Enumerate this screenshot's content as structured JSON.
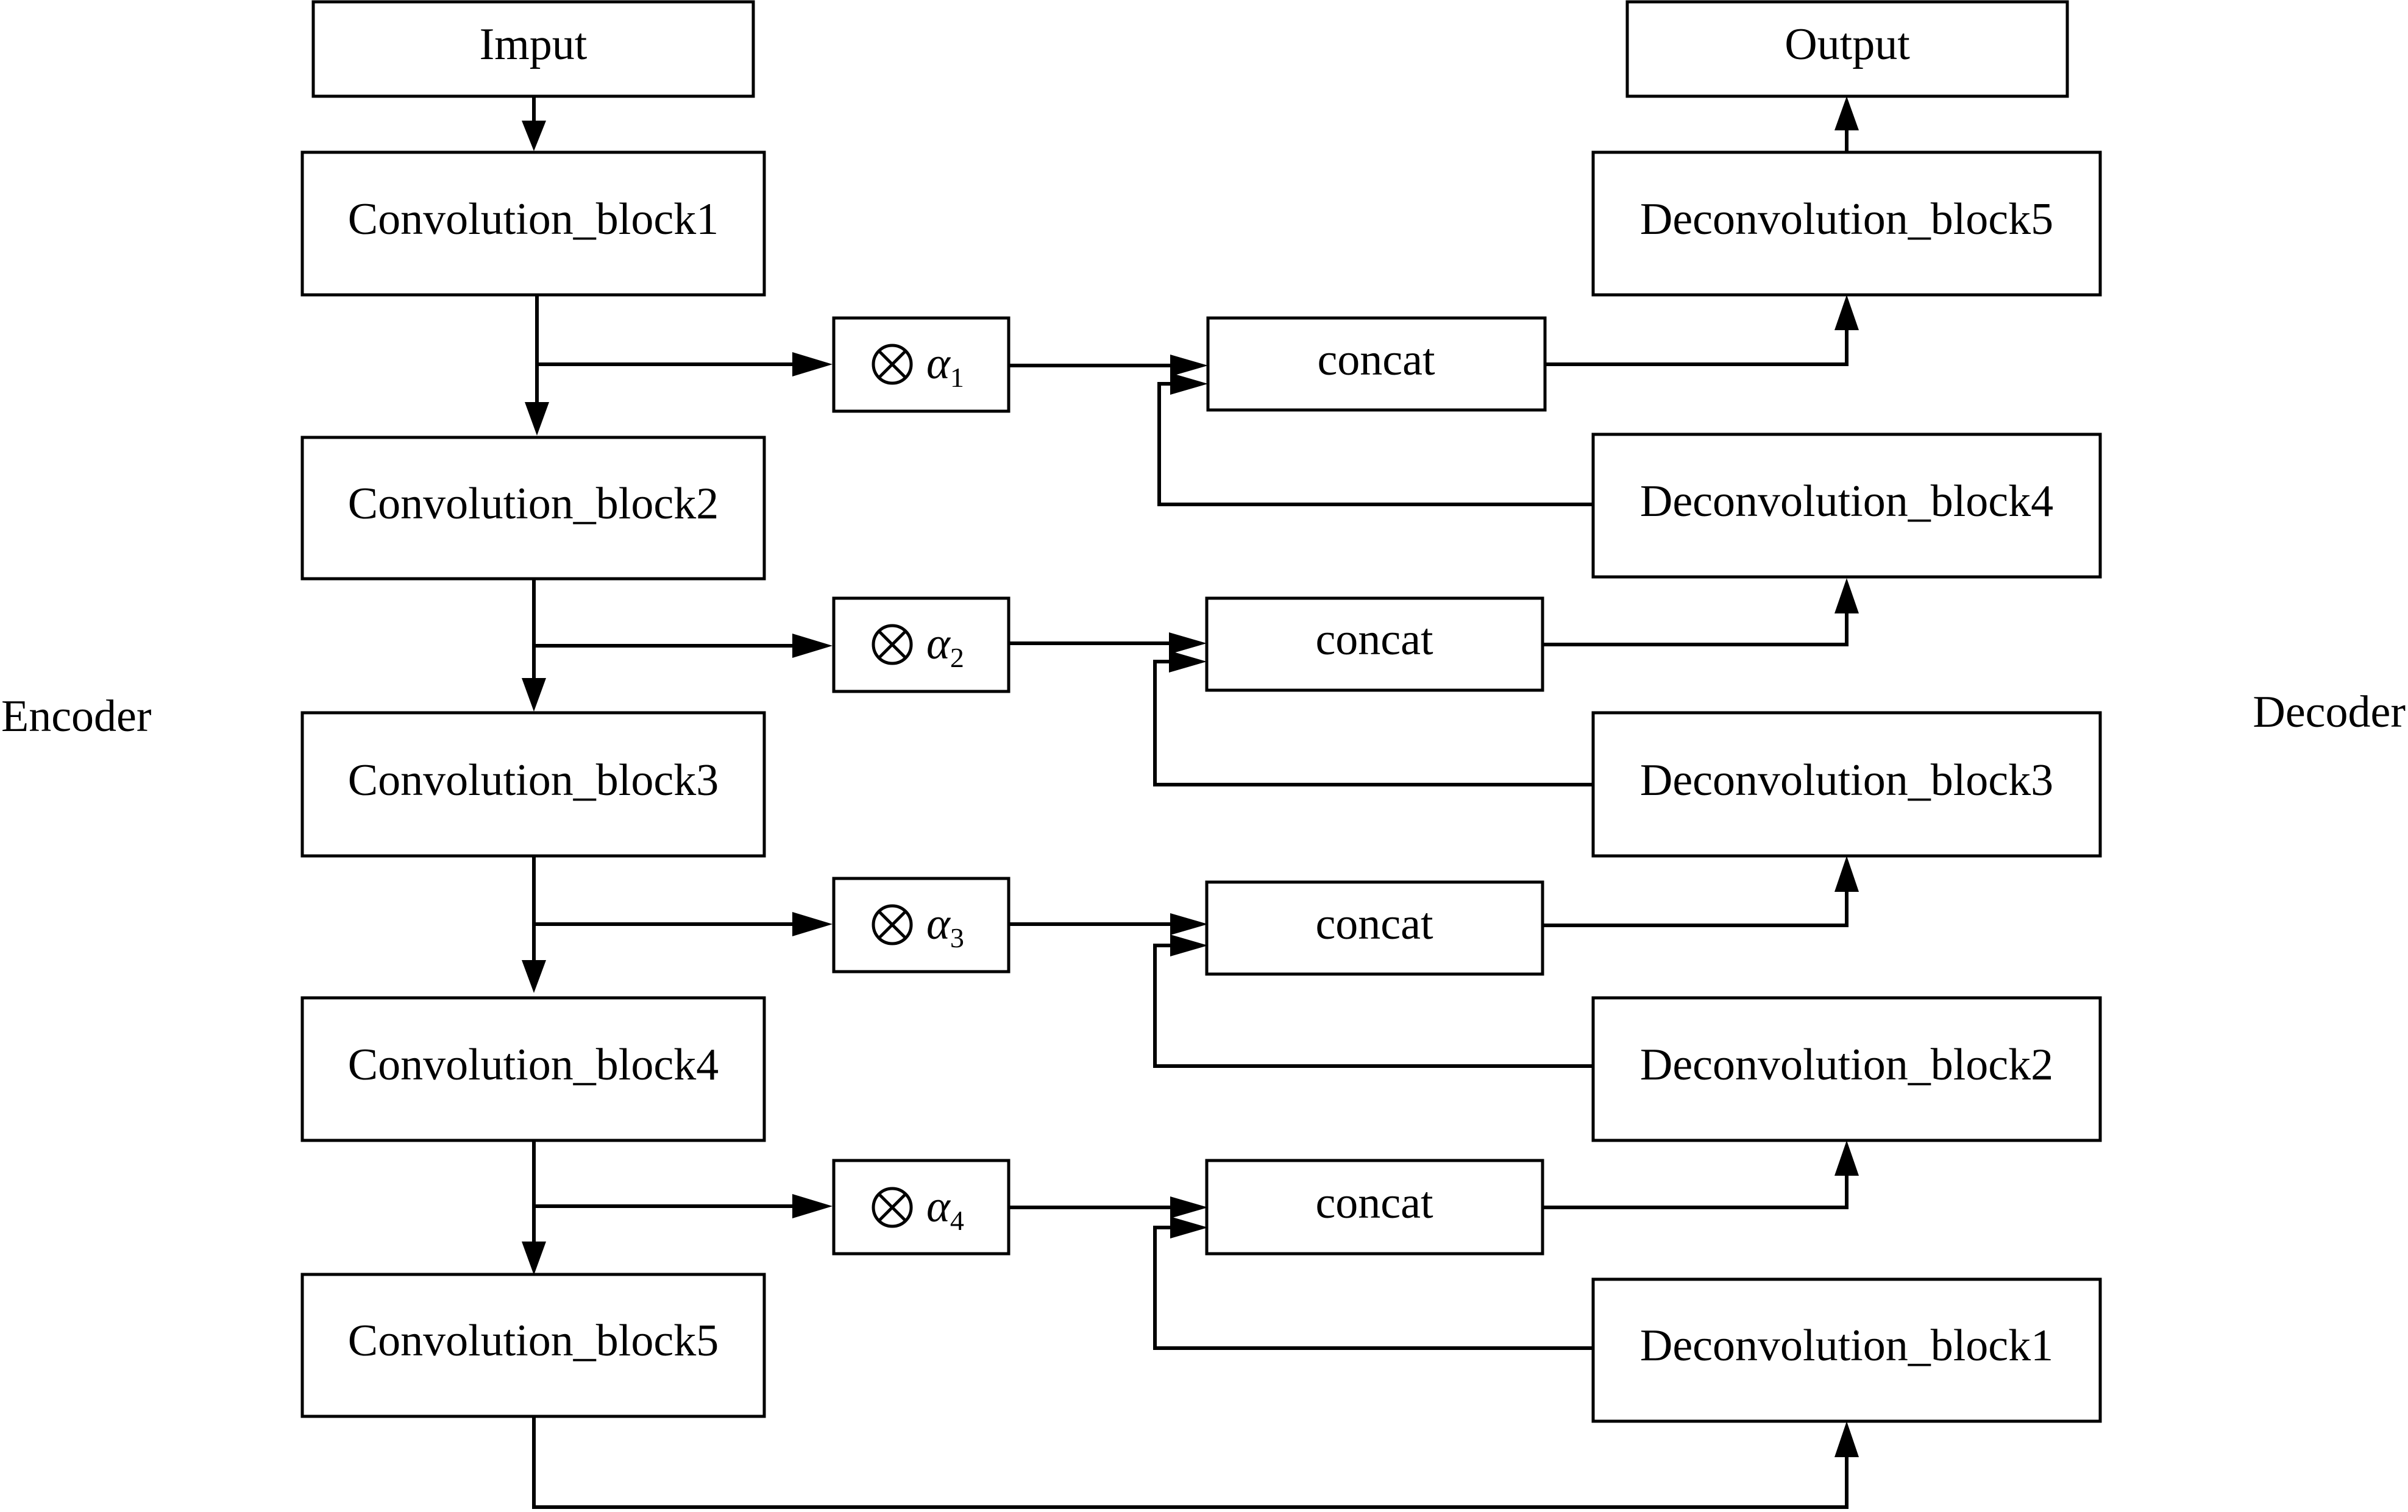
{
  "input": "Imput",
  "output": "Output",
  "encoder_label": "Encoder",
  "decoder_label": "Decoder",
  "encoder_blocks": [
    "Convolution_block1",
    "Convolution_block2",
    "Convolution_block3",
    "Convolution_block4",
    "Convolution_block5"
  ],
  "decoder_blocks": [
    "Deconvolution_block5",
    "Deconvolution_block4",
    "Deconvolution_block3",
    "Deconvolution_block2",
    "Deconvolution_block1"
  ],
  "weights": [
    {
      "symbol": "α",
      "index": "1"
    },
    {
      "symbol": "α",
      "index": "2"
    },
    {
      "symbol": "α",
      "index": "3"
    },
    {
      "symbol": "α",
      "index": "4"
    }
  ],
  "concat_label": "concat"
}
